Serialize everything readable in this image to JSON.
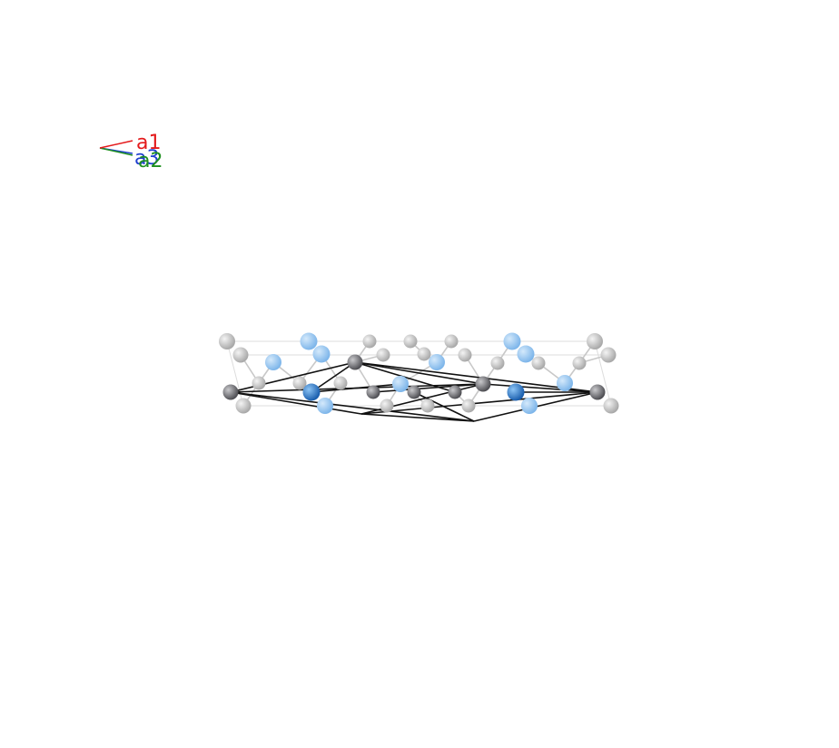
{
  "axes": {
    "a1": {
      "label": "a1",
      "color": "#e41a1c"
    },
    "a2": {
      "label": "a2",
      "color": "#1f8f1f"
    },
    "a3": {
      "label": "a3",
      "color": "#1f3fd0"
    }
  },
  "colors": {
    "carbon_ghost": "#b8b8b8",
    "carbon": "#6e6e72",
    "nitrogen_ghost": "#8ec2f0",
    "nitrogen": "#2a78cf",
    "cell_edge": "#111111",
    "bond_ghost": "#c8c8c8",
    "box_edge": "#dcdcdc"
  }
}
